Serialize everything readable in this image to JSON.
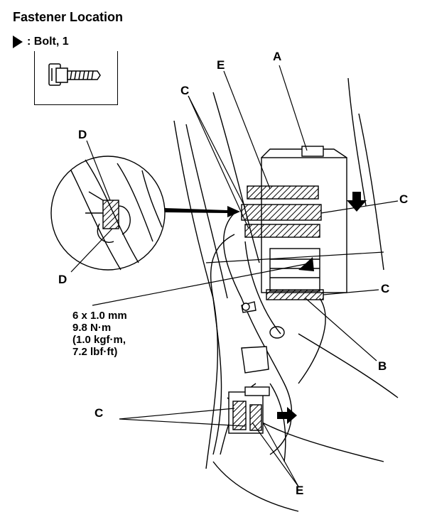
{
  "header": {
    "title": "Fastener Location",
    "legend_label": ": Bolt, 1"
  },
  "spec": {
    "line1": "6 x 1.0 mm",
    "line2": "9.8 N·m",
    "line3": "(1.0 kgf·m,",
    "line4": "7.2 lbf·ft)"
  },
  "callouts": {
    "a": "A",
    "b": "B",
    "c_top": "C",
    "c_right_upper": "C",
    "c_right_lower": "C",
    "c_left_bottom": "C",
    "d_upper": "D",
    "d_lower": "D",
    "e_top": "E",
    "e_bottom": "E"
  },
  "colors": {
    "line": "#000000",
    "background": "#ffffff"
  }
}
